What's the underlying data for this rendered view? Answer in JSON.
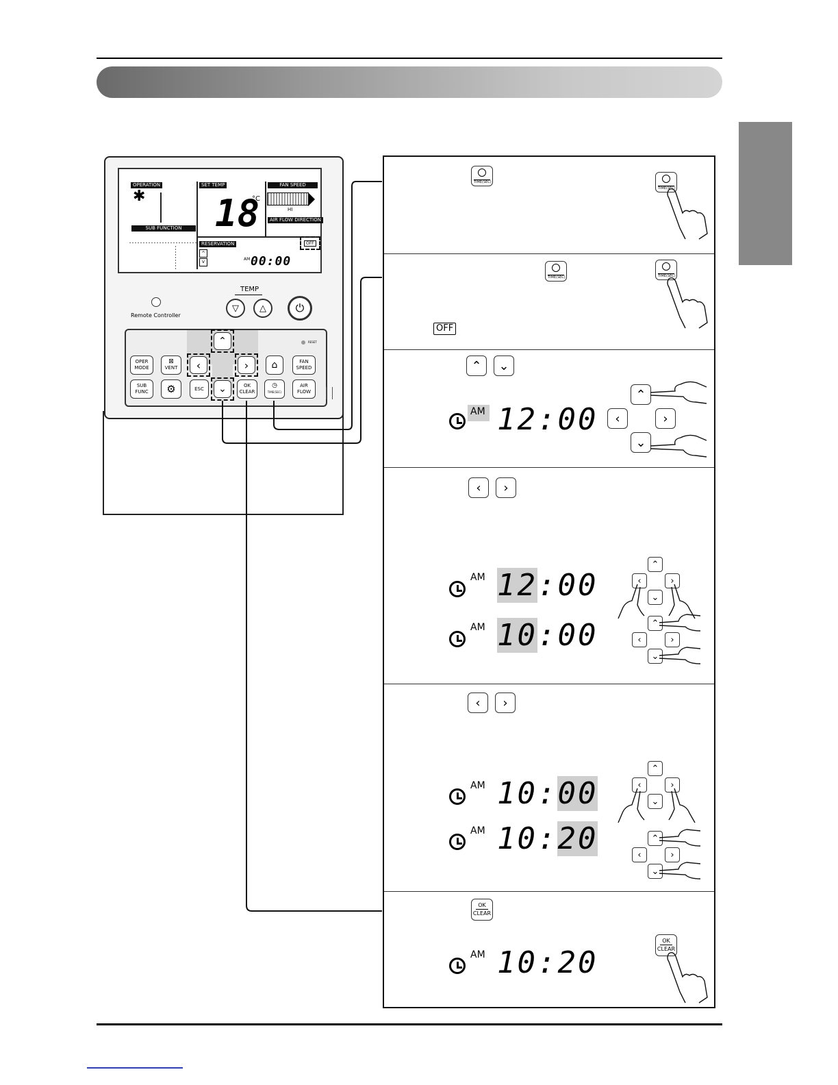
{
  "lcd": {
    "operation_label": "OPERATION",
    "set_temp_label": "SET TEMP",
    "fan_speed_label": "FAN SPEED",
    "sub_function_label": "SUB  FUNCTION",
    "air_flow_label": "AIR FLOW DIRECTION",
    "reservation_label": "RESERVATION",
    "temp_value": "18",
    "temp_unit": "°C",
    "fan_level": "HI",
    "off_label": "OFF",
    "am": "AM",
    "time": "00:00"
  },
  "remote": {
    "temp_label": "TEMP",
    "brand_label": "Remote Controller",
    "reset_label": "RESET",
    "keys": {
      "oper_mode": "OPER MODE",
      "vent": "VENT",
      "fan_speed": "FAN SPEED",
      "sub_func": "SUB FUNC",
      "esc": "ESC",
      "ok_clear_top": "OK",
      "ok_clear_bottom": "CLEAR",
      "air_flow": "AIR FLOW",
      "timer": "TIME(SEC)"
    }
  },
  "steps": [
    {
      "id": 1
    },
    {
      "id": 2,
      "off_label": "OFF"
    },
    {
      "id": 3,
      "am": "AM",
      "time": "12:00"
    },
    {
      "id": 4,
      "am1": "AM",
      "time1_hl": "12",
      "time1_rest": ":00",
      "am2": "AM",
      "time2_hl": "10",
      "time2_rest": ":00"
    },
    {
      "id": 5,
      "am1": "AM",
      "time1_hour": "10:",
      "time1_hl": "00",
      "am2": "AM",
      "time2_hour": "10:",
      "time2_hl": "20"
    },
    {
      "id": 6,
      "am": "AM",
      "time": "10:20",
      "ok_top": "OK",
      "ok_bottom": "CLEAR"
    }
  ],
  "icons": [
    "clock-icon",
    "up-arrow-icon",
    "down-arrow-icon",
    "left-arrow-icon",
    "right-arrow-icon",
    "hand-press-icon",
    "power-icon",
    "gear-icon",
    "thermometer-icon",
    "fan-icon"
  ],
  "colors": {
    "banner_dark": "#6a6a6a",
    "banner_light": "#d4d4d4",
    "side_tab": "#888888",
    "highlight": "#cfcfcf"
  }
}
